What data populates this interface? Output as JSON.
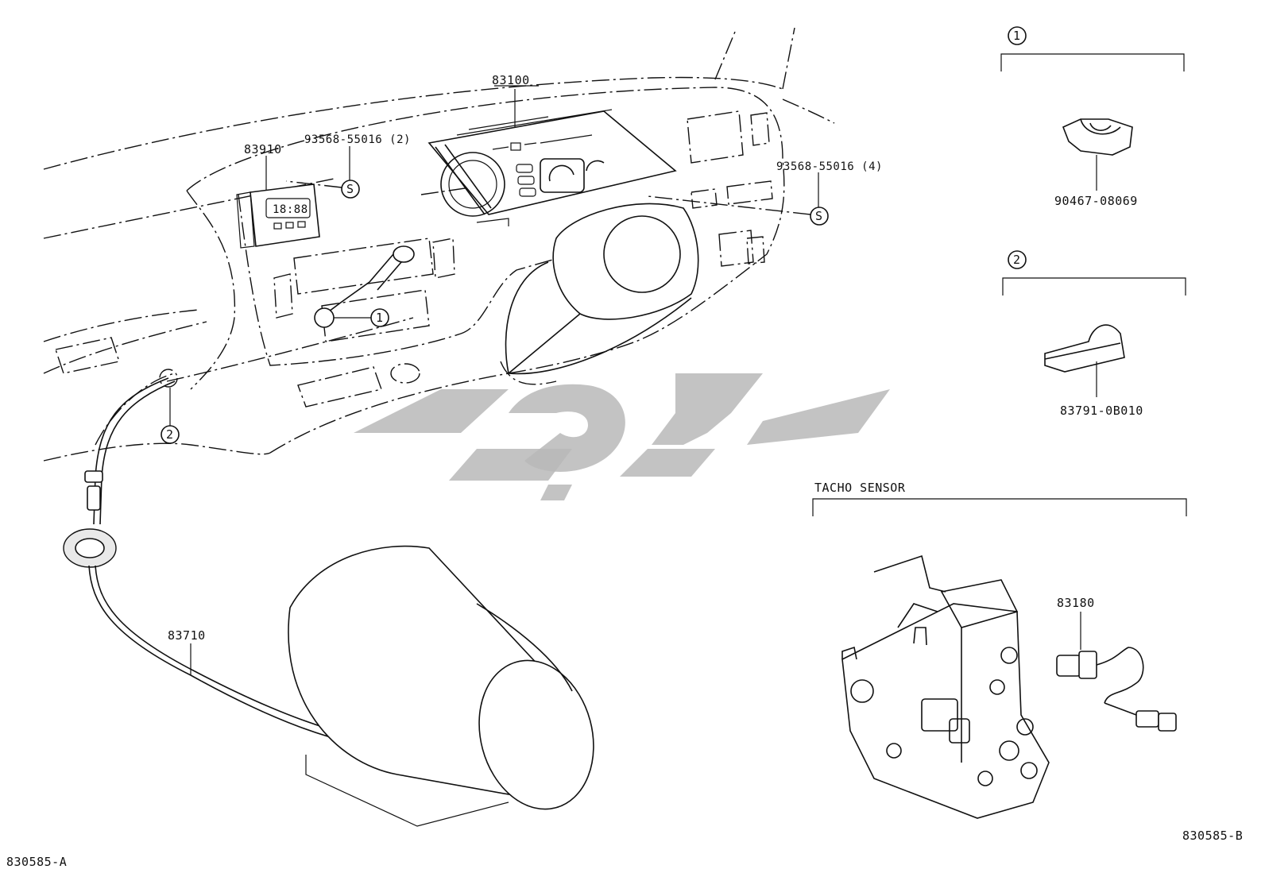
{
  "diagram": {
    "parts": {
      "p83100": "83100",
      "p83910": "83910",
      "p93568_2": "93568-55016 (2)",
      "p93568_4": "93568-55016 (4)",
      "p83710": "83710",
      "p90467": "90467-08069",
      "p83791": "83791-0B010",
      "p83180": "83180"
    },
    "callouts": {
      "ref1": "1",
      "ref2": "2",
      "screw": "S"
    },
    "sections": {
      "detail1_marker": "1",
      "detail2_marker": "2",
      "tacho_title": "TACHO SENSOR"
    },
    "display": {
      "clock": "18:88"
    },
    "codes": {
      "left": "830585-A",
      "right": "830585-B"
    },
    "colors": {
      "ink": "#111111",
      "watermark": "#b9b9b9"
    }
  }
}
